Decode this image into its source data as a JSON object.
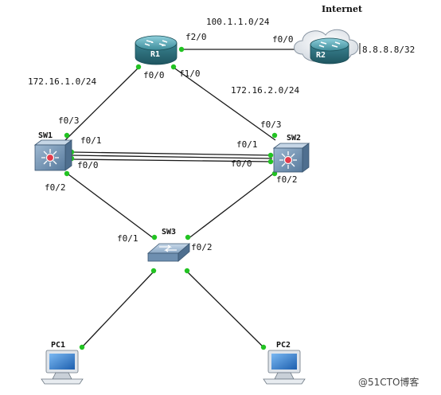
{
  "devices": {
    "r1": "R1",
    "r2": "R2",
    "sw1": "SW1",
    "sw2": "SW2",
    "sw3": "SW3",
    "pc1": "PC1",
    "pc2": "PC2"
  },
  "cloud_label": "Internet",
  "networks": {
    "wan": "100.1.1.0/24",
    "r1_sw1": "172.16.1.0/24",
    "r1_sw2": "172.16.2.0/24",
    "r2_addr": "8.8.8.8/32"
  },
  "ports": {
    "r1_f2_0": "f2/0",
    "r2_f0_0": "f0/0",
    "r1_f0_0": "f0/0",
    "r1_f1_0": "f1/0",
    "sw1_f0_3": "f0/3",
    "sw1_f0_1": "f0/1",
    "sw1_f0_0": "f0/0",
    "sw1_f0_2": "f0/2",
    "sw2_f0_3": "f0/3",
    "sw2_f0_1": "f0/1",
    "sw2_f0_0": "f0/0",
    "sw2_f0_2": "f0/2",
    "sw3_f0_1": "f0/1",
    "sw3_f0_2": "f0/2"
  },
  "watermark": "@51CTO博客",
  "colors": {
    "link_up": "#22c322",
    "router": "#3a7f8c",
    "switch": "#6b8fae",
    "pc_screen": "#2b76c9"
  },
  "icons": {
    "router": "router-icon",
    "cloud": "cloud-icon",
    "l3switch": "multilayer-switch-icon",
    "l2switch": "switch-icon",
    "pc": "pc-icon"
  }
}
